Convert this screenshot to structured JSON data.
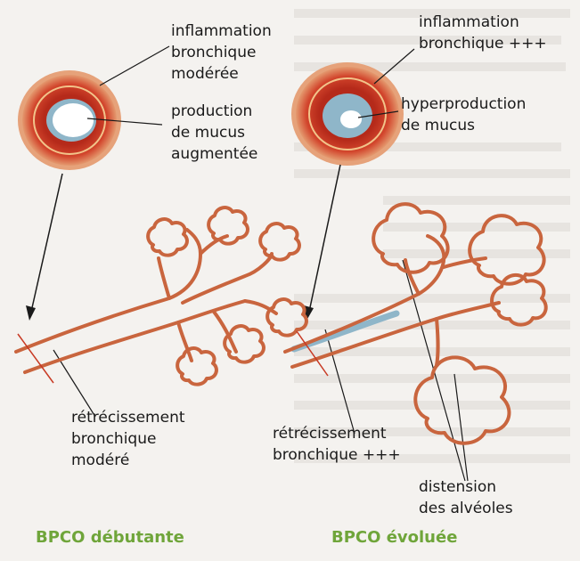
{
  "left_panel": {
    "label_inflammation": [
      "inflammation",
      "bronchique",
      "modérée"
    ],
    "label_mucus": [
      "production",
      "de mucus",
      "augmentée"
    ],
    "label_narrowing": [
      "rétrécissement",
      "bronchique",
      "modéré"
    ],
    "caption": "BPCO débutante"
  },
  "right_panel": {
    "label_inflammation": [
      "inflammation",
      "bronchique +++"
    ],
    "label_mucus": [
      "hyperproduction",
      "de mucus"
    ],
    "label_narrowing": [
      "rétrécissement",
      "bronchique +++"
    ],
    "label_alveoli": [
      "distension",
      "des alvéoles"
    ],
    "caption": "BPCO évoluée"
  },
  "colors": {
    "bronchus_outer": "#d9785a",
    "bronchus_wall": "#c83a24",
    "mucus": "#8fb6c9",
    "caption_green": "#6fa53a",
    "outline": "#c9653e"
  }
}
